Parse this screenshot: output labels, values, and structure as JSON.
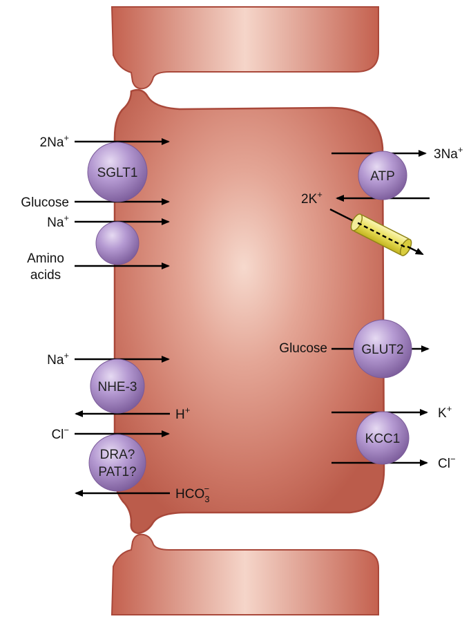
{
  "colors": {
    "cell_fill": "#c86e5e",
    "cell_edge": "#a9483a",
    "cell_highlight": "#f2cfc2",
    "protein_fill": "#b497cf",
    "protein_edge": "#7a5a98",
    "channel_fill": "#e8e05a",
    "arrow": "#000000"
  },
  "proteins": {
    "sglt1": "SGLT1",
    "amino_acid_transporter": "",
    "nhe3": "NHE-3",
    "dra_line1": "DRA?",
    "dra_line2": "PAT1?",
    "atp": "ATP",
    "glut2": "GLUT2",
    "kcc1": "KCC1",
    "k_channel_icon": "cylinder-channel"
  },
  "apical_labels": {
    "na_2": "2Na",
    "na_2_sup": "+",
    "glucose": "Glucose",
    "na_aa": "Na",
    "na_aa_sup": "+",
    "amino_line1": "Amino",
    "amino_line2": "acids",
    "na_nhe": "Na",
    "na_nhe_sup": "+",
    "h": "H",
    "h_sup": "+",
    "cl": "Cl",
    "cl_sup": "−",
    "hco3": "HCO",
    "hco3_sub": "3",
    "hco3_sup": "−"
  },
  "basolateral_labels": {
    "na_3": "3Na",
    "na_3_sup": "+",
    "k_2": "2K",
    "k_2_sup": "+",
    "glucose": "Glucose",
    "k": "K",
    "k_sup": "+",
    "cl": "Cl",
    "cl_sup": "−"
  }
}
